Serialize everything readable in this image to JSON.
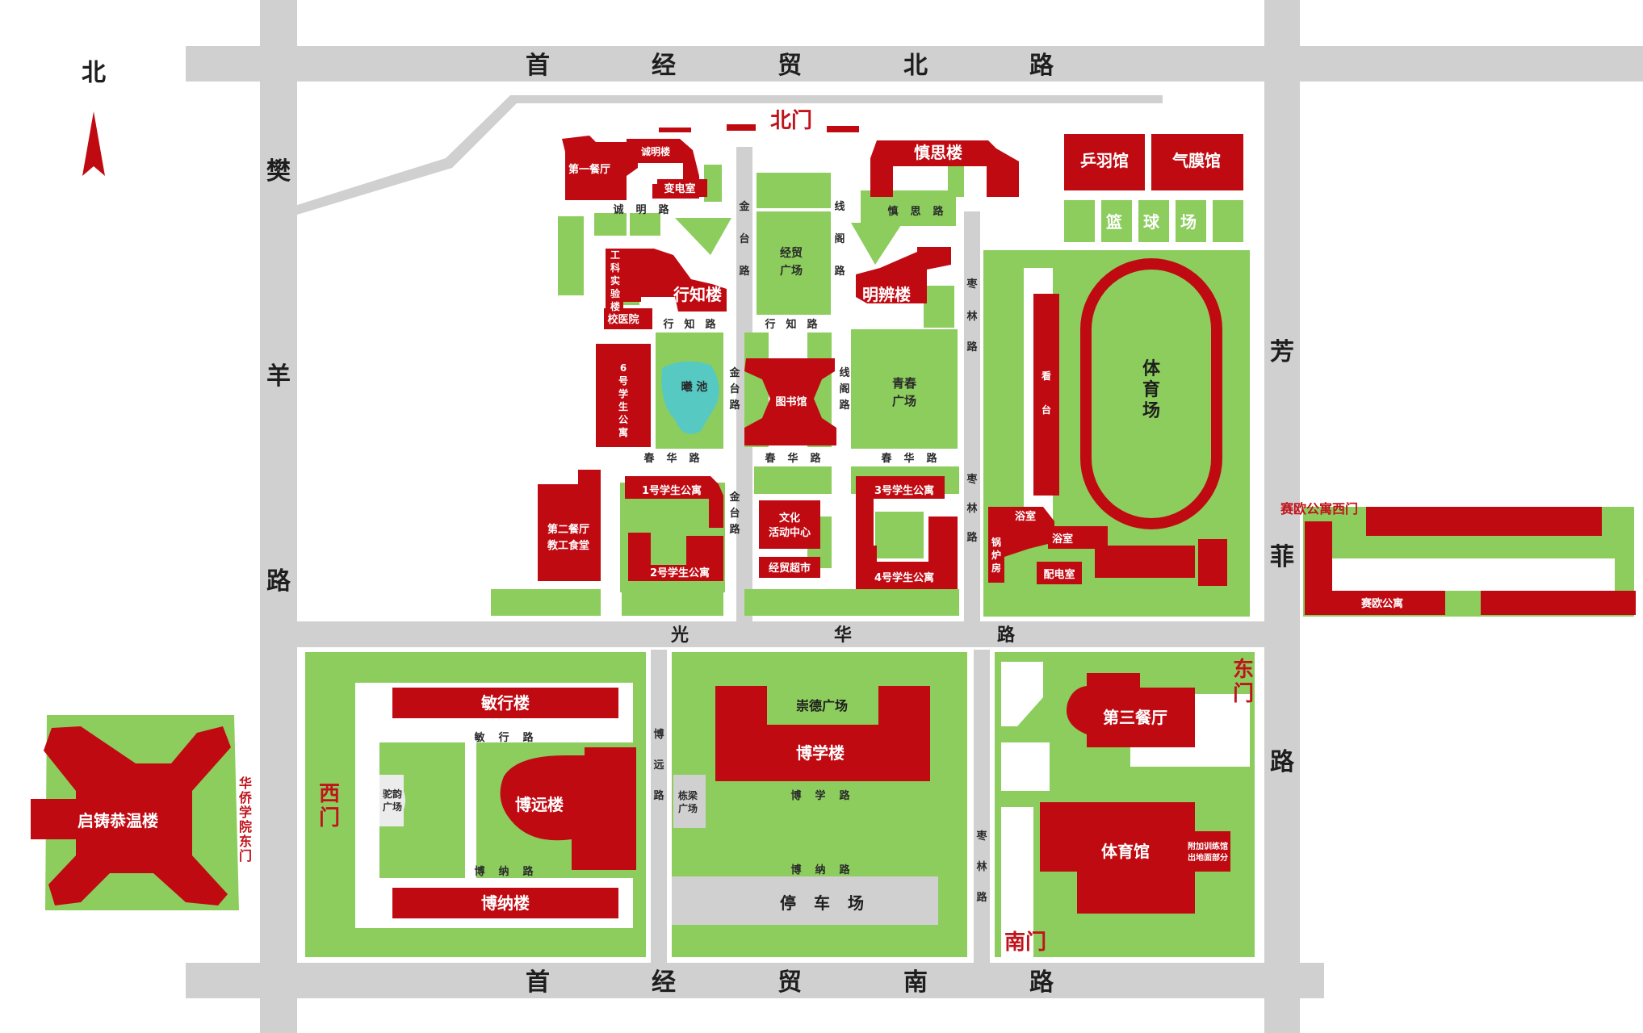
{
  "compass": {
    "label": "北"
  },
  "roads": {
    "north": [
      "首",
      "经",
      "贸",
      "北",
      "路"
    ],
    "south": [
      "首",
      "经",
      "贸",
      "南",
      "路"
    ],
    "west": [
      "樊",
      "羊",
      "路"
    ],
    "east_upper": [
      "芳",
      "菲"
    ],
    "east_lower": [
      "路"
    ],
    "middle": [
      "光",
      "华",
      "路"
    ]
  },
  "gates": {
    "north": "北门",
    "west": [
      "西",
      "门"
    ],
    "east": [
      "东",
      "门"
    ],
    "south": "南门",
    "saiou_west": "赛欧公寓西门",
    "huaqiao_east": [
      "华",
      "侨",
      "学",
      "院",
      "东",
      "门"
    ]
  },
  "lanes": {
    "chengming": [
      "诚",
      "明",
      "路"
    ],
    "shensi": [
      "慎",
      "思",
      "路"
    ],
    "xingzhi_1": [
      "行",
      "知",
      "路"
    ],
    "xingzhi_2": [
      "行",
      "知",
      "路"
    ],
    "chunhua_1": [
      "春",
      "华",
      "路"
    ],
    "chunhua_2": [
      "春",
      "华",
      "路"
    ],
    "chunhua_3": [
      "春",
      "华",
      "路"
    ],
    "jintai_1": [
      "金",
      "台",
      "路"
    ],
    "jintai_2": [
      "金",
      "台",
      "路"
    ],
    "jintai_3": [
      "金",
      "台",
      "路"
    ],
    "xiange_1": [
      "线",
      "阁",
      "路"
    ],
    "xiange_2": [
      "线",
      "阁",
      "路"
    ],
    "zaolin_1": [
      "枣",
      "林",
      "路"
    ],
    "zaolin_2": [
      "枣",
      "林",
      "路"
    ],
    "zaolin_3": [
      "枣",
      "林",
      "路"
    ],
    "minxing": [
      "敏",
      "行",
      "路"
    ],
    "boyuan": [
      "博",
      "远",
      "路"
    ],
    "boxue": [
      "博",
      "学",
      "路"
    ],
    "bona_1": [
      "博",
      "纳",
      "路"
    ],
    "bona_2": [
      "博",
      "纳",
      "路"
    ]
  },
  "buildings": {
    "chengming_lou": "诚明楼",
    "canting_1": "第一餐厅",
    "biandianshi": "变电室",
    "shensi_lou": "慎思楼",
    "pingyu_guan": "乒羽馆",
    "qimo_guan": "气膜馆",
    "lanqiuchang": [
      "篮",
      "球",
      "场"
    ],
    "gongke": [
      "工",
      "科",
      "实",
      "验",
      "楼"
    ],
    "xingzhi_lou": "行知楼",
    "jingmao_guangchang": [
      "经贸",
      "广场"
    ],
    "mingbian_lou": "明辨楼",
    "xiaoyiyuan": "校医院",
    "gongyu_6": [
      "6",
      "号",
      "学",
      "生",
      "公",
      "寓"
    ],
    "shaichi": "曦 池",
    "tushuguan": "图书馆",
    "qingchun_guangchang": [
      "青春",
      "广场"
    ],
    "kantai": [
      "看",
      "台"
    ],
    "tiyuchang": [
      "体",
      "育",
      "场"
    ],
    "gongyu_1": "1号学生公寓",
    "gongyu_2": "2号学生公寓",
    "gongyu_3": "3号学生公寓",
    "gongyu_4": "4号学生公寓",
    "canting_2": [
      "第二餐厅",
      "教工食堂"
    ],
    "wenhua": [
      "文化",
      "活动中心"
    ],
    "chaoshi": "经贸超市",
    "yushi_1": "浴室",
    "yushi_2": "浴室",
    "guolufang": [
      "锅",
      "炉",
      "房"
    ],
    "peidianshi": "配电室",
    "saiou": "赛欧公寓",
    "minxing_lou": "敏行楼",
    "tuoyun": [
      "驼韵",
      "广场"
    ],
    "boyuan_lou": "博远楼",
    "bona_lou": "博纳楼",
    "chongde": "崇德广场",
    "boxue_lou": "博学楼",
    "dongliang": [
      "栋梁",
      "广场"
    ],
    "tingchechang": [
      "停",
      "车",
      "场"
    ],
    "canting_3": "第三餐厅",
    "tiyuguan": "体育馆",
    "fujia": [
      "附加训练馆",
      "出地面部分"
    ],
    "qizhu": "启铸恭温楼"
  }
}
